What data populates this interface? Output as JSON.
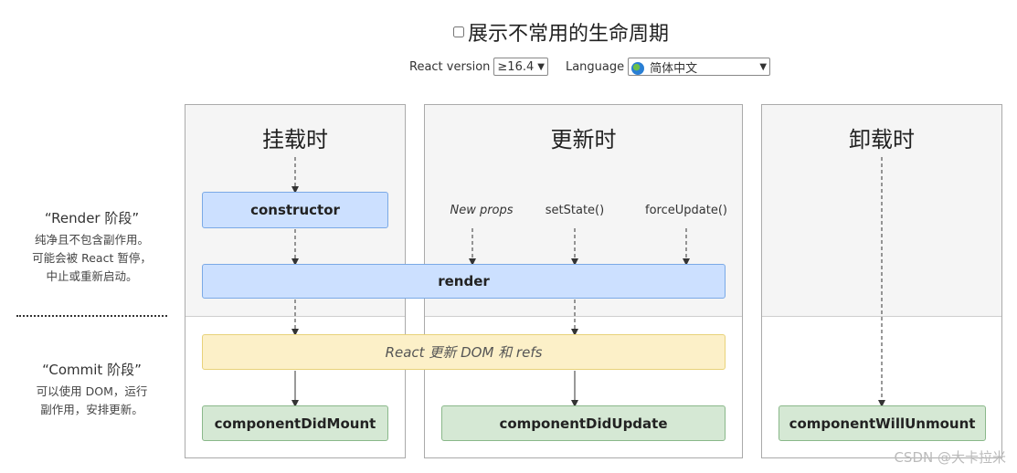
{
  "header": {
    "checkbox_label": "展示不常用的生命周期",
    "version_label": "React version",
    "version_value": "≥16.4",
    "language_label": "Language",
    "language_value": "简体中文"
  },
  "phases": {
    "mount_title": "挂载时",
    "update_title": "更新时",
    "unmount_title": "卸载时"
  },
  "stages": {
    "render_title": "“Render 阶段”",
    "render_desc_1": "纯净且不包含副作用。",
    "render_desc_2": "可能会被 React 暂停，",
    "render_desc_3": "中止或重新启动。",
    "commit_title": "“Commit 阶段”",
    "commit_desc_1": "可以使用 DOM，运行",
    "commit_desc_2": "副作用，安排更新。"
  },
  "nodes": {
    "constructor": "constructor",
    "render": "render",
    "react_update": "React 更新 DOM 和 refs",
    "did_mount": "componentDidMount",
    "did_update": "componentDidUpdate",
    "will_unmount": "componentWillUnmount"
  },
  "triggers": {
    "new_props": "New props",
    "set_state": "setState()",
    "force_update": "forceUpdate()"
  },
  "watermark": "CSDN @大卡拉米"
}
